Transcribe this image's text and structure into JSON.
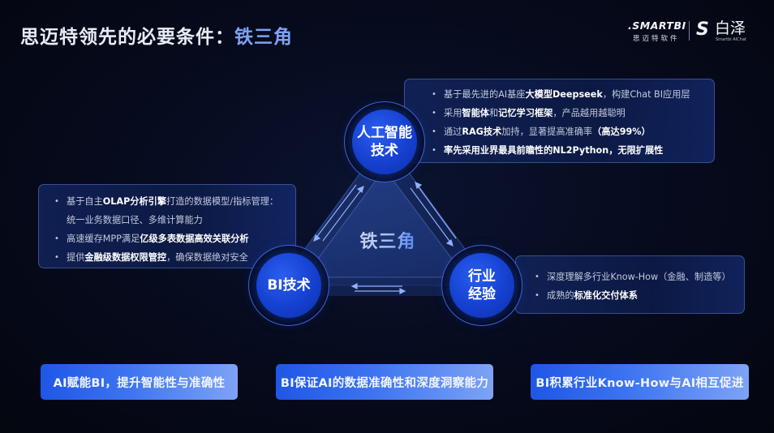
{
  "header": {
    "title_main": "思迈特领先的必要条件：",
    "title_accent": "铁三角"
  },
  "logo": {
    "brand": ".SMARTBI",
    "brand_sub": "思迈特软件",
    "product_mark": "S",
    "product_name": "白泽",
    "product_sub": "Smartbi AIChat"
  },
  "diagram": {
    "center_label": "铁三角",
    "nodes": {
      "ai": {
        "line1": "人工智能",
        "line2": "技术"
      },
      "bi": {
        "line1": "BI技术"
      },
      "industry": {
        "line1": "行业",
        "line2": "经验"
      }
    },
    "colors": {
      "node_fill": "#1a48dc",
      "ring": "#3f63d8",
      "triangle_fill": "#1b2f66",
      "accent": "#7ea2f2"
    }
  },
  "panels": {
    "ai": {
      "items": [
        {
          "parts": [
            {
              "t": "基于最先进的AI基座",
              "b": false
            },
            {
              "t": "大模型Deepseek",
              "b": true
            },
            {
              "t": "，构建Chat BI应用层",
              "b": false
            }
          ]
        },
        {
          "parts": [
            {
              "t": "采用",
              "b": false
            },
            {
              "t": "智能体",
              "b": true
            },
            {
              "t": "和",
              "b": false
            },
            {
              "t": "记忆学习框架",
              "b": true
            },
            {
              "t": "，产品越用越聪明",
              "b": false
            }
          ]
        },
        {
          "parts": [
            {
              "t": "通过",
              "b": false
            },
            {
              "t": "RAG技术",
              "b": true
            },
            {
              "t": "加持，显著提高准确率",
              "b": false
            },
            {
              "t": "（高达99%）",
              "b": true
            }
          ]
        },
        {
          "parts": [
            {
              "t": "率先采用业界最具前瞻性的NL2Python，无限扩展性",
              "b": true
            }
          ]
        }
      ]
    },
    "bi": {
      "items": [
        {
          "parts": [
            {
              "t": "基于自主",
              "b": false
            },
            {
              "t": "OLAP分析引擎",
              "b": true
            },
            {
              "t": "打造的数据模型/指标管理：",
              "b": false
            }
          ]
        },
        {
          "cont": true,
          "parts": [
            {
              "t": "统一业务数据口径、多维计算能力",
              "b": false
            }
          ]
        },
        {
          "parts": [
            {
              "t": "高速缓存MPP满足",
              "b": false
            },
            {
              "t": "亿级多表数据高效关联分析",
              "b": true
            }
          ]
        },
        {
          "parts": [
            {
              "t": "提供",
              "b": false
            },
            {
              "t": "金融级数据权限管控",
              "b": true
            },
            {
              "t": "，确保数据绝对安全",
              "b": false
            }
          ]
        }
      ]
    },
    "industry": {
      "items": [
        {
          "parts": [
            {
              "t": "深度理解多行业Know-How（金融、制造等）",
              "b": false
            }
          ]
        },
        {
          "parts": [
            {
              "t": "成熟的",
              "b": false
            },
            {
              "t": "标准化交付体系",
              "b": true
            }
          ]
        }
      ]
    }
  },
  "banners": [
    {
      "label": "AI赋能BI，提升智能性与准确性"
    },
    {
      "label": "BI保证AI的数据准确性和深度洞察能力"
    },
    {
      "label": "BI积累行业Know-How与AI相互促进"
    }
  ]
}
